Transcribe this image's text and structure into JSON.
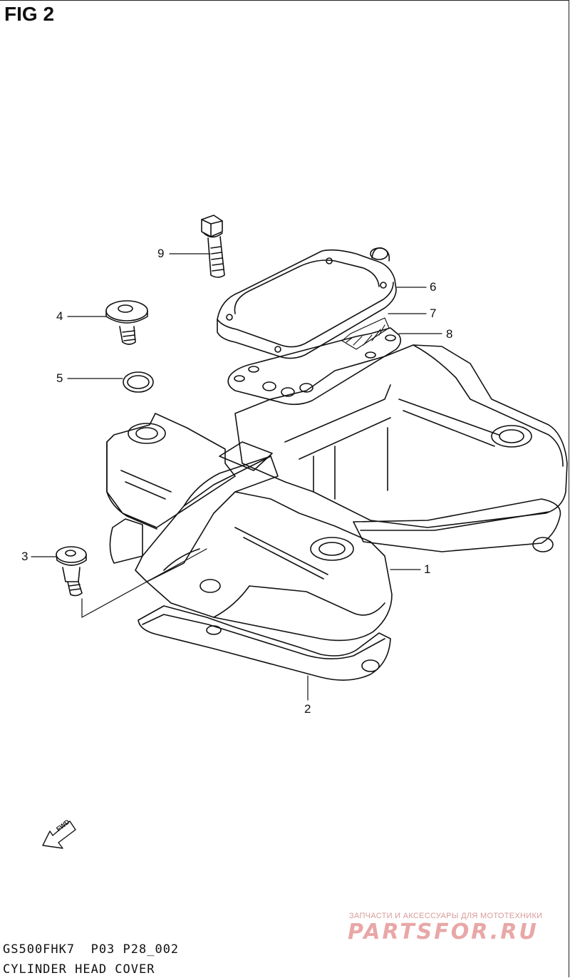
{
  "figure": {
    "title": "FIG 2"
  },
  "callouts": [
    {
      "id": "9",
      "label": "9"
    },
    {
      "id": "4",
      "label": "4"
    },
    {
      "id": "5",
      "label": "5"
    },
    {
      "id": "6",
      "label": "6"
    },
    {
      "id": "7",
      "label": "7"
    },
    {
      "id": "8",
      "label": "8"
    },
    {
      "id": "3",
      "label": "3"
    },
    {
      "id": "1",
      "label": "1"
    },
    {
      "id": "2",
      "label": "2"
    }
  ],
  "fwd_arrow": {
    "label": "FWD"
  },
  "footer": {
    "model_code": "GS500FHK7  P03 P28_002",
    "section_name": "CYLINDER HEAD COVER"
  },
  "watermark": {
    "tagline": "ЗАПЧАСТИ И АКСЕССУАРЫ ДЛЯ МОТОТЕХНИКИ",
    "brand": "PARTSFOR.RU"
  },
  "colors": {
    "line": "#111111",
    "background": "#ffffff",
    "watermark": "#e9a7a7"
  }
}
